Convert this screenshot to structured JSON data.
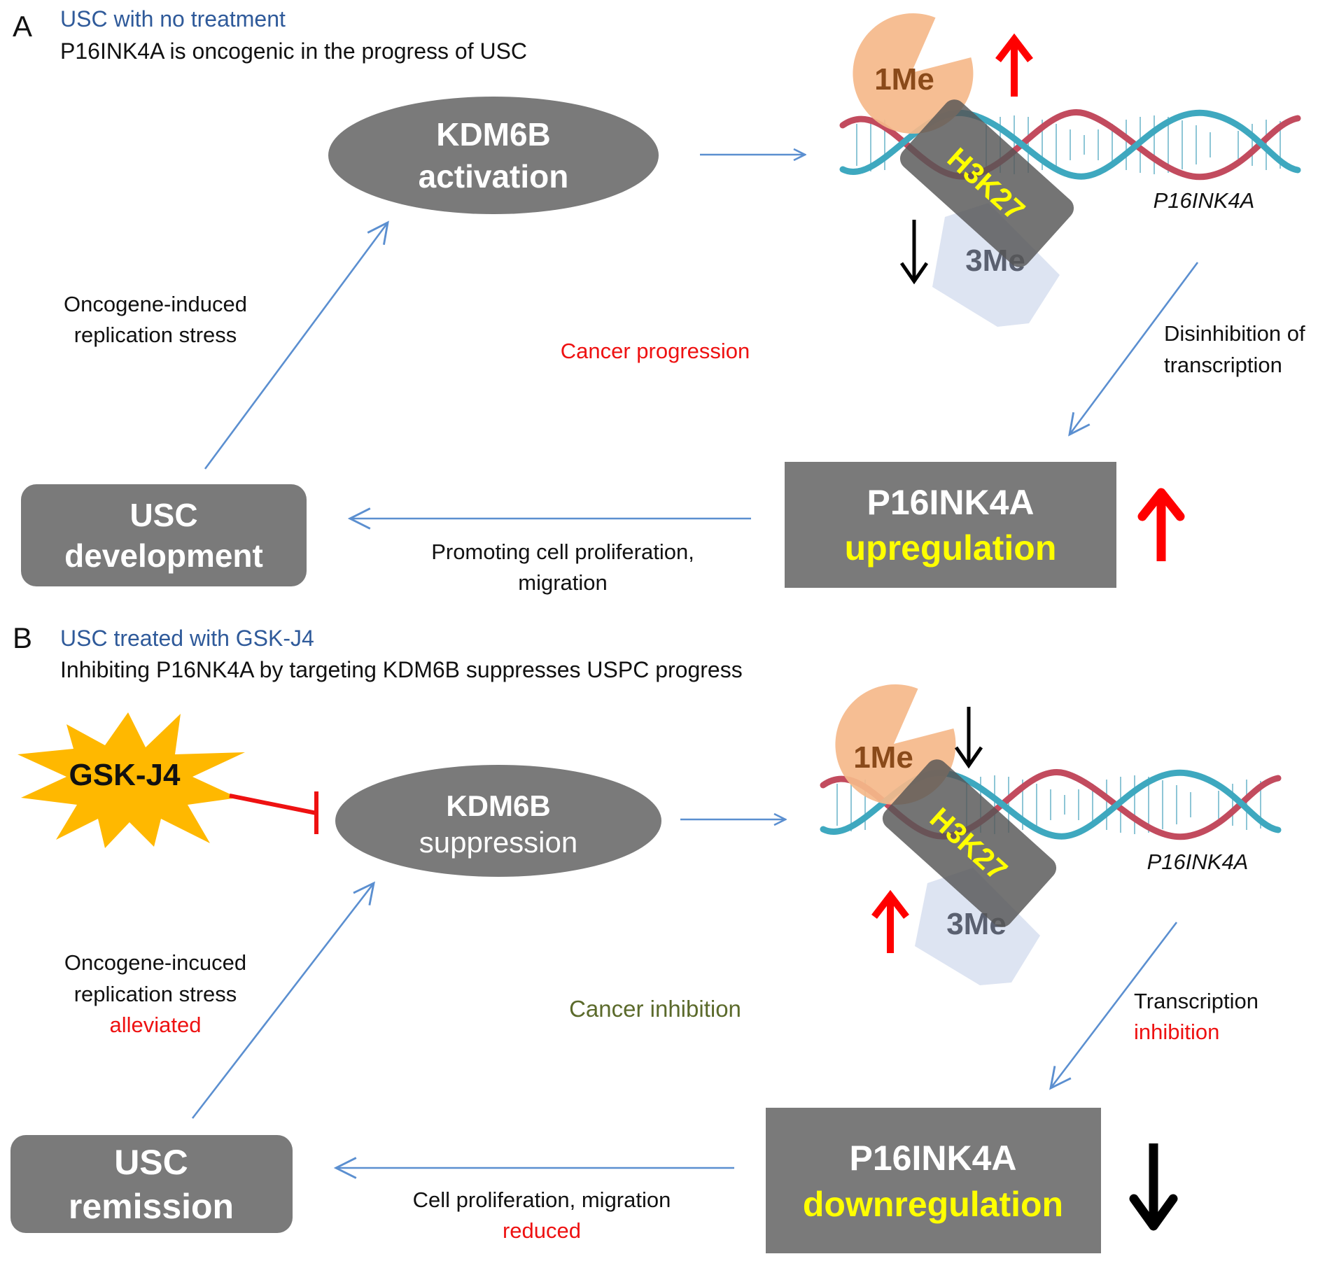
{
  "colors": {
    "node_gray": "#7a7a7a",
    "flow_arrow": "#5b8fd0",
    "up_red": "#ff0000",
    "down_black": "#000000",
    "title_blue": "#2f5a9a",
    "highlight_yellow": "#ffff00",
    "one_me": "#f5b88a",
    "three_me": "#dde4f2",
    "gsk_star": "#ffb800",
    "inhibit_red": "#ee1111",
    "inhibition_green": "#5b6a2b"
  },
  "panel_a": {
    "letter": "A",
    "title": "USC with no treatment",
    "subtitle": "P16INK4A is oncogenic in the progress of USC",
    "kdm6b_node": {
      "line1": "KDM6B",
      "line2": "activation"
    },
    "histone": {
      "one_me": "1Me",
      "three_me": "3Me",
      "mark": "H3K27",
      "one_me_trend": "up",
      "three_me_trend": "down"
    },
    "gene_label": "P16INK4A",
    "edge_right": {
      "line1": "Disinhibition of",
      "line2": "transcription"
    },
    "center_label": "Cancer progression",
    "p16_node": {
      "line1": "P16INK4A",
      "line2": "upregulation",
      "trend": "up"
    },
    "edge_bottom": {
      "line1": "Promoting cell proliferation,",
      "line2": "migration"
    },
    "usc_node": {
      "line1": "USC",
      "line2": "development"
    },
    "edge_left": {
      "line1": "Oncogene-induced",
      "line2": "replication stress"
    }
  },
  "panel_b": {
    "letter": "B",
    "title": "USC treated with GSK-J4",
    "subtitle": "Inhibiting P16NK4A by targeting KDM6B suppresses USPC progress",
    "drug": "GSK-J4",
    "kdm6b_node": {
      "line1": "KDM6B",
      "line2": "suppression"
    },
    "histone": {
      "one_me": "1Me",
      "three_me": "3Me",
      "mark": "H3K27",
      "one_me_trend": "down",
      "three_me_trend": "up"
    },
    "gene_label": "P16INK4A",
    "edge_right": {
      "line1": "Transcription",
      "line2": "inhibition"
    },
    "center_label": "Cancer inhibition",
    "p16_node": {
      "line1": "P16INK4A",
      "line2": "downregulation",
      "trend": "down"
    },
    "edge_bottom": {
      "line1": "Cell proliferation, migration",
      "line2": "reduced"
    },
    "usc_node": {
      "line1": "USC",
      "line2": "remission"
    },
    "edge_left": {
      "line1": "Oncogene-incuced",
      "line2": "replication stress",
      "line3": "alleviated"
    }
  }
}
